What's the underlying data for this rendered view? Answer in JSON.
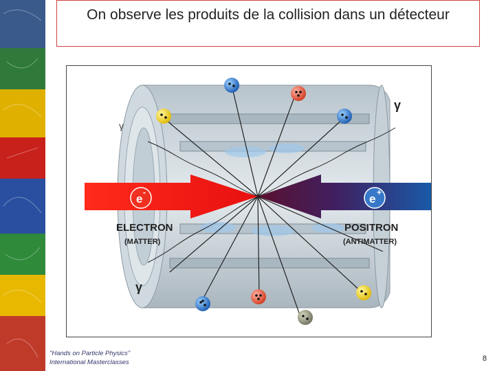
{
  "slide": {
    "title": "On observe les produits de la collision dans un détecteur",
    "page_number": "8"
  },
  "figure": {
    "label_electron": "ELECTRON",
    "label_electron_sub": "(MATTER)",
    "label_positron": "POSITRON",
    "label_positron_sub": "(ANTIMATTER)",
    "electron_symbol": "e",
    "electron_sign": "-",
    "positron_symbol": "e",
    "positron_sign": "+",
    "gamma": "γ"
  },
  "footer": {
    "line1": "\"Hands on Particle Physics\"",
    "line2": "International Masterclasses"
  }
}
